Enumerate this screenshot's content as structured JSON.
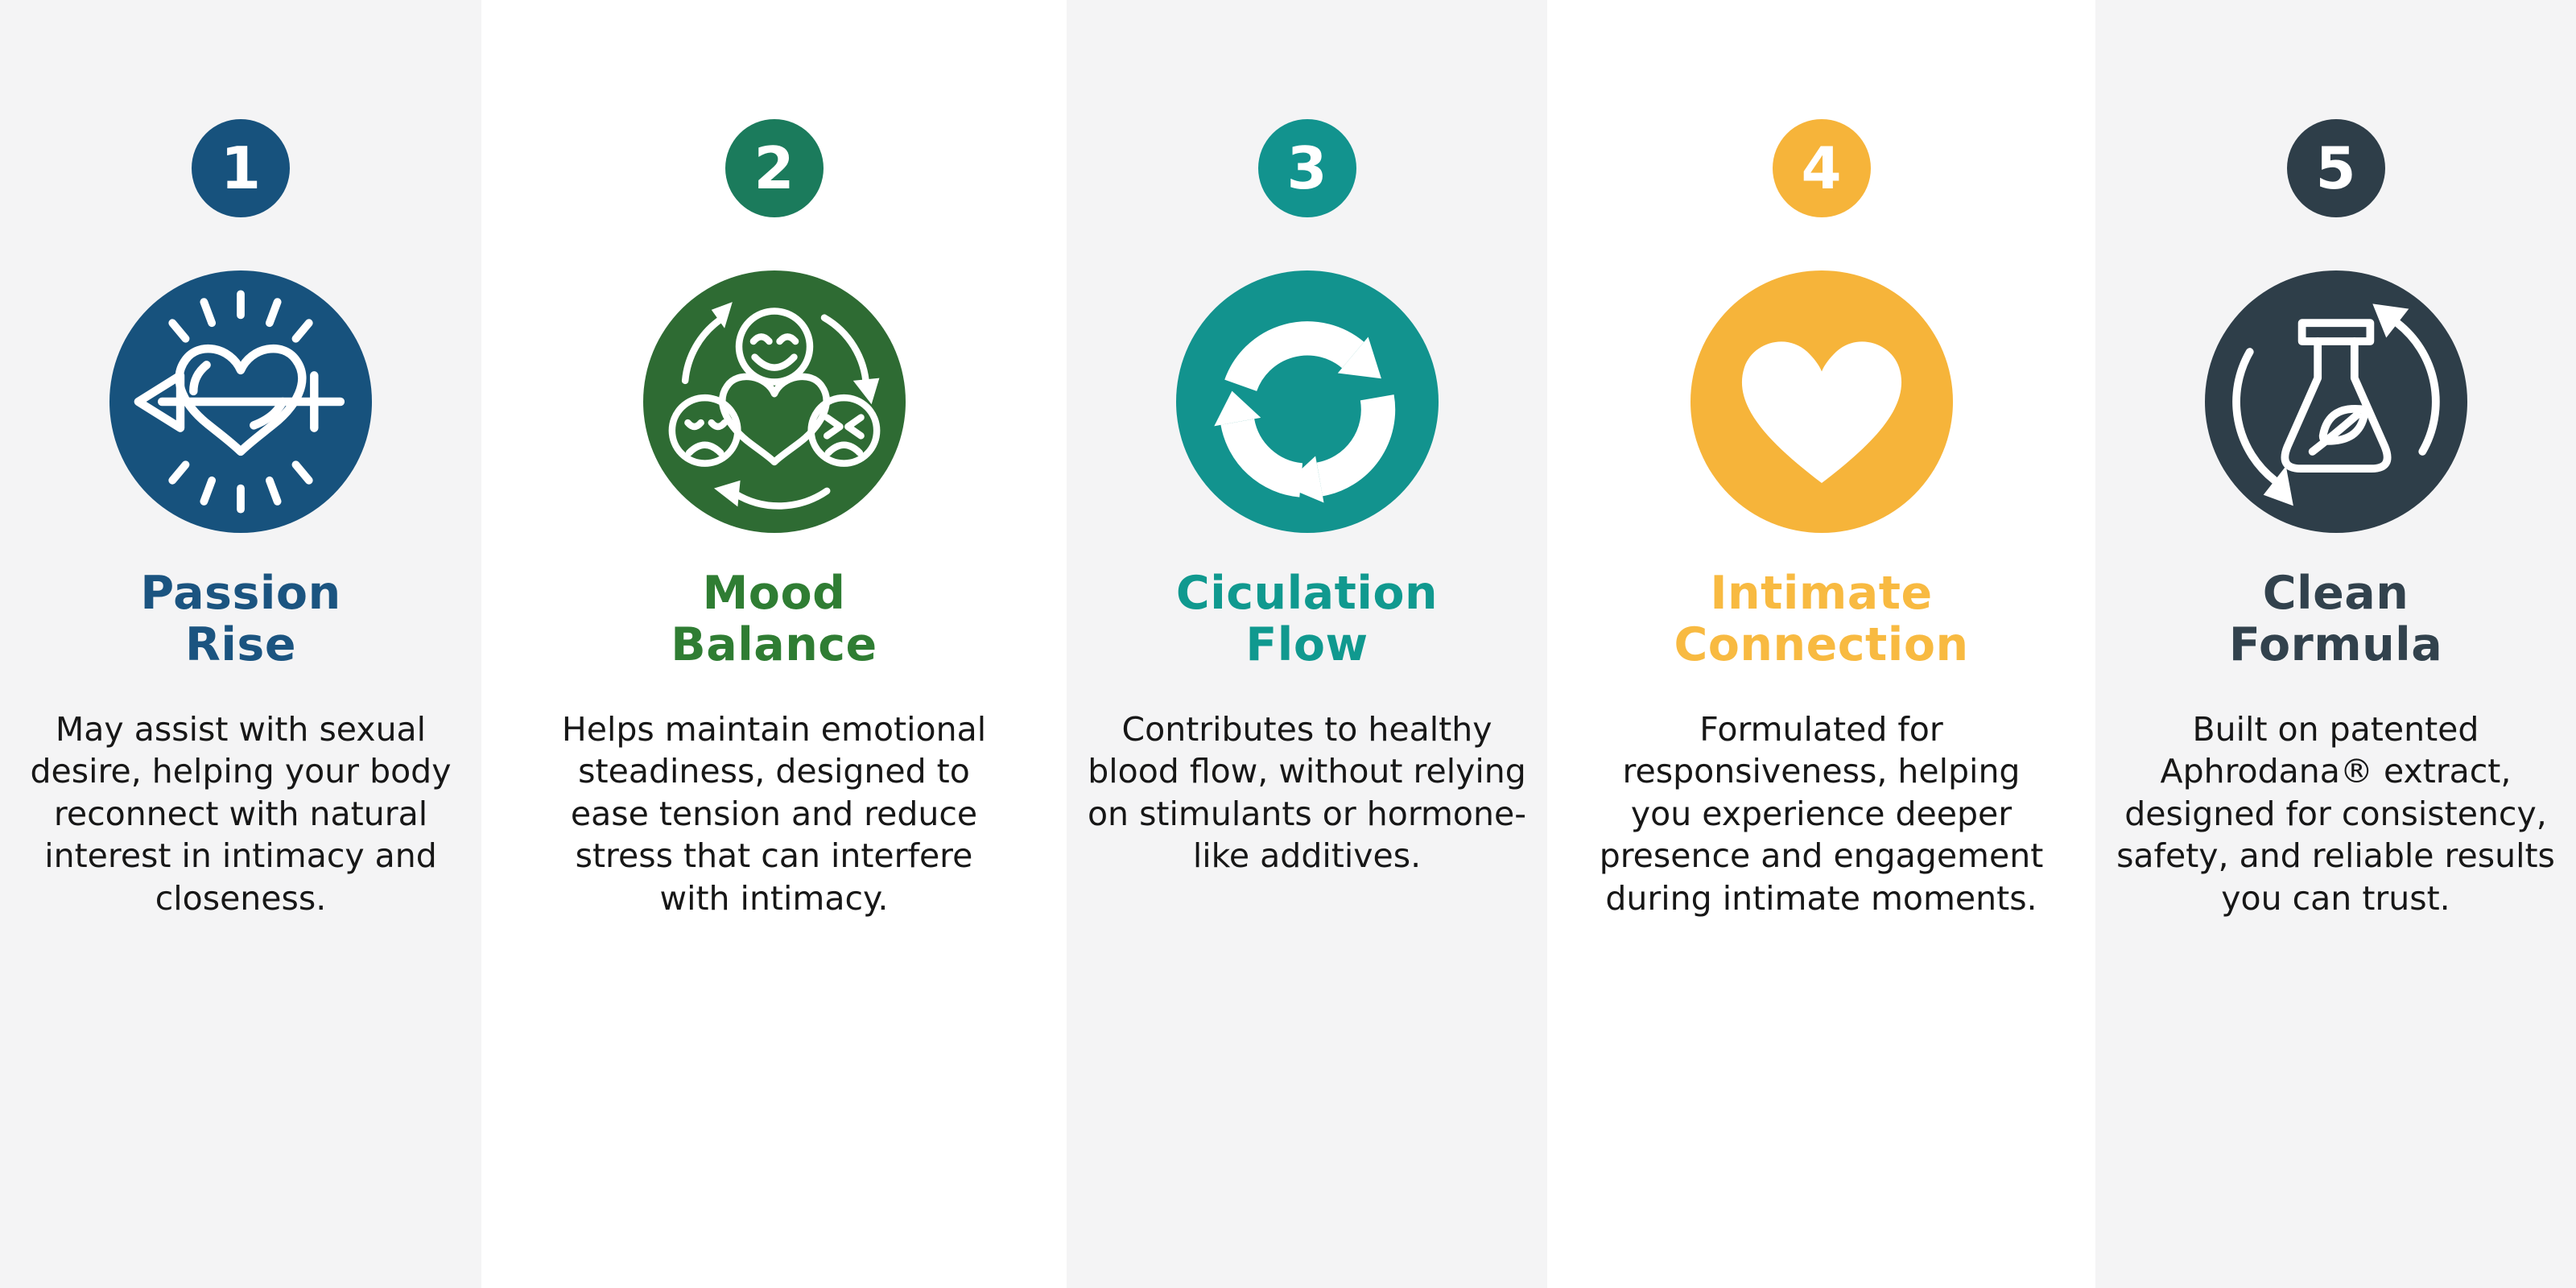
{
  "page": {
    "stripe_gray": "#f4f4f5",
    "stripe_white": "#ffffff",
    "body_text_color": "#171717"
  },
  "columns": [
    {
      "number": "1",
      "title_line1": "Passion",
      "title_line2": "Rise",
      "description": "May assist with sexual desire, helping your body reconnect with natural interest in intimacy and closeness.",
      "icon": "heart-arrow-icon",
      "background_color": "#f4f4f5",
      "badge_color": "#17527d",
      "circle_color": "#17527d",
      "title_color": "#1b5480"
    },
    {
      "number": "2",
      "title_line1": "Mood",
      "title_line2": "Balance",
      "description": "Helps maintain emotional steadiness, designed to ease tension and reduce stress that can interfere with intimacy.",
      "icon": "mood-faces-icon",
      "background_color": "#ffffff",
      "badge_color": "#1b7b5c",
      "circle_color": "#2e6b33",
      "title_color": "#2f7d33"
    },
    {
      "number": "3",
      "title_line1": "Ciculation",
      "title_line2": "Flow",
      "description": "Contributes to healthy blood flow, without relying on stimulants or hormone-like additives.",
      "icon": "cycle-arrows-icon",
      "background_color": "#f4f4f5",
      "badge_color": "#12938e",
      "circle_color": "#12938e",
      "title_color": "#10998f"
    },
    {
      "number": "4",
      "title_line1": "Intimate",
      "title_line2": "Connection",
      "description": "Formulated for responsiveness, helping you experience deeper presence and engagement during intimate moments.",
      "icon": "heart-solid-icon",
      "background_color": "#ffffff",
      "badge_color": "#f6b43a",
      "circle_color": "#f6b43a",
      "title_color": "#f8ba41"
    },
    {
      "number": "5",
      "title_line1": "Clean",
      "title_line2": "Formula",
      "description": "Built on patented Aphrodana® extract, designed for consistency, safety, and reliable results you can trust.",
      "icon": "flask-leaf-icon",
      "background_color": "#f4f4f5",
      "badge_color": "#2e3e49",
      "circle_color": "#2e3e49",
      "title_color": "#32424d"
    }
  ]
}
